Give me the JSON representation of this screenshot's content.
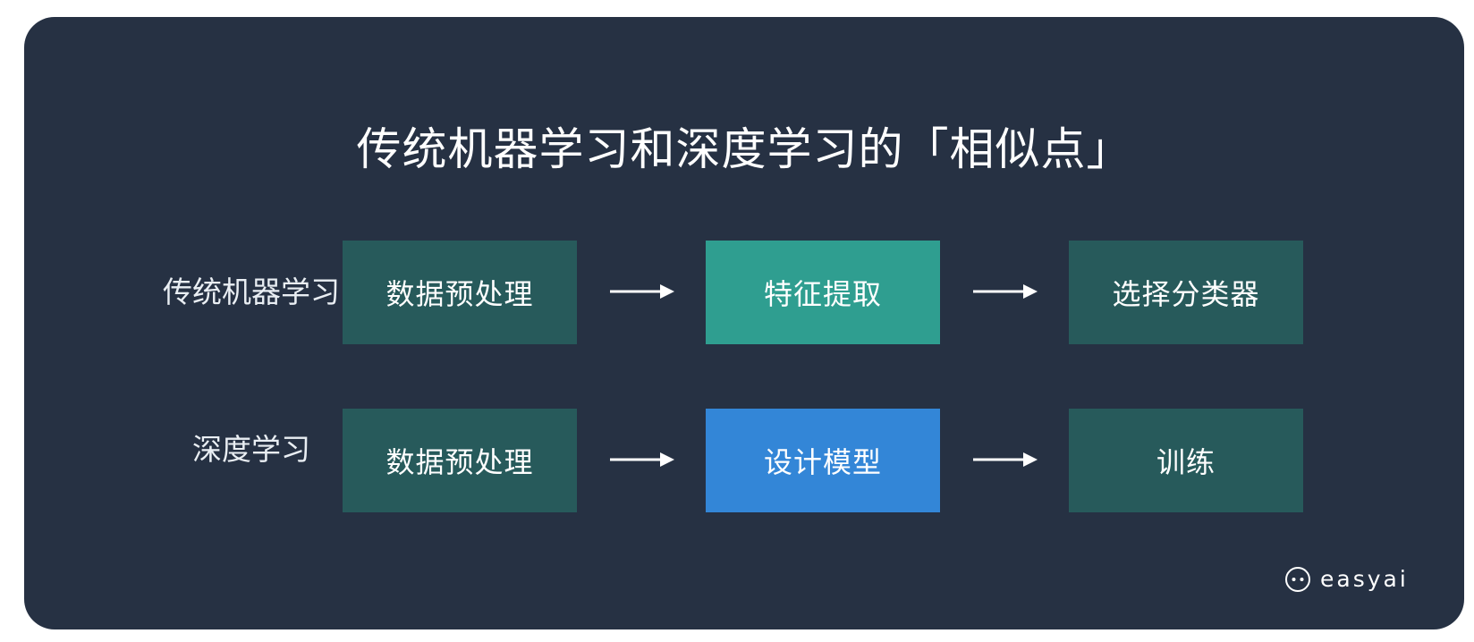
{
  "title": "传统机器学习和深度学习的「相似点」",
  "rows": [
    {
      "label": "传统机器学习",
      "steps": [
        "数据预处理",
        "特征提取",
        "选择分类器"
      ]
    },
    {
      "label": "深度学习",
      "steps": [
        "数据预处理",
        "设计模型",
        "训练"
      ]
    }
  ],
  "colors": {
    "background": "#263143",
    "box_dark": "#275a5b",
    "box_teal": "#2f9e90",
    "box_blue": "#3386d7",
    "text": "#ffffff"
  },
  "icons": {
    "arrow": "arrow-right-icon",
    "brand": "easyai-logo-icon"
  },
  "brand": {
    "name": "easyai"
  }
}
